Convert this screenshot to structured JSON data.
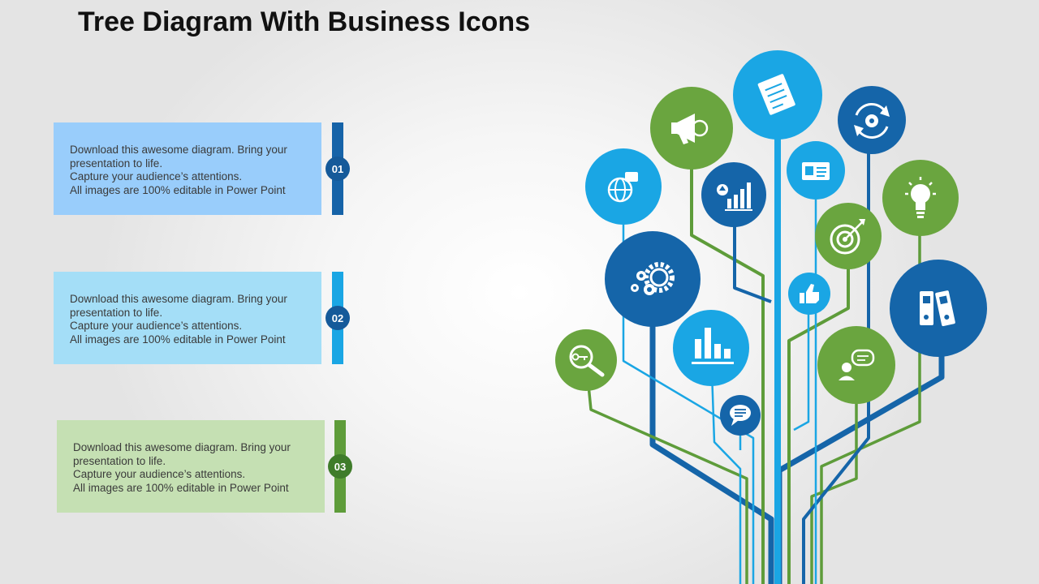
{
  "title": "Tree Diagram With Business Icons",
  "items": [
    {
      "number": "01",
      "line1": "Download this awesome diagram. Bring your presentation to life.",
      "line2": "Capture your audience’s attentions.",
      "line3": "All images are 100% editable in Power Point"
    },
    {
      "number": "02",
      "line1": "Download this awesome diagram. Bring your presentation to life.",
      "line2": "Capture your audience’s attentions.",
      "line3": "All images are 100% editable in Power Point"
    },
    {
      "number": "03",
      "line1": "Download this awesome diagram. Bring your presentation to life.",
      "line2": "Capture your audience’s attentions.",
      "line3": "All images are 100% editable in Power Point"
    }
  ],
  "colors": {
    "dark_blue": "#1565a9",
    "light_blue": "#1aa6e4",
    "green": "#6aa53f",
    "box1": "#99cdfb",
    "box2": "#a4def7",
    "box3": "#c5e0b3"
  },
  "tree_icons": [
    "globe-chat-icon",
    "megaphone-icon",
    "notepad-icon",
    "refresh-gear-icon",
    "growth-chart-icon",
    "id-card-icon",
    "lightbulb-icon",
    "gears-icon",
    "target-icon",
    "thumbs-up-icon",
    "binders-icon",
    "bar-chart-icon",
    "key-search-icon",
    "speech-bubble-icon",
    "person-chat-icon"
  ]
}
